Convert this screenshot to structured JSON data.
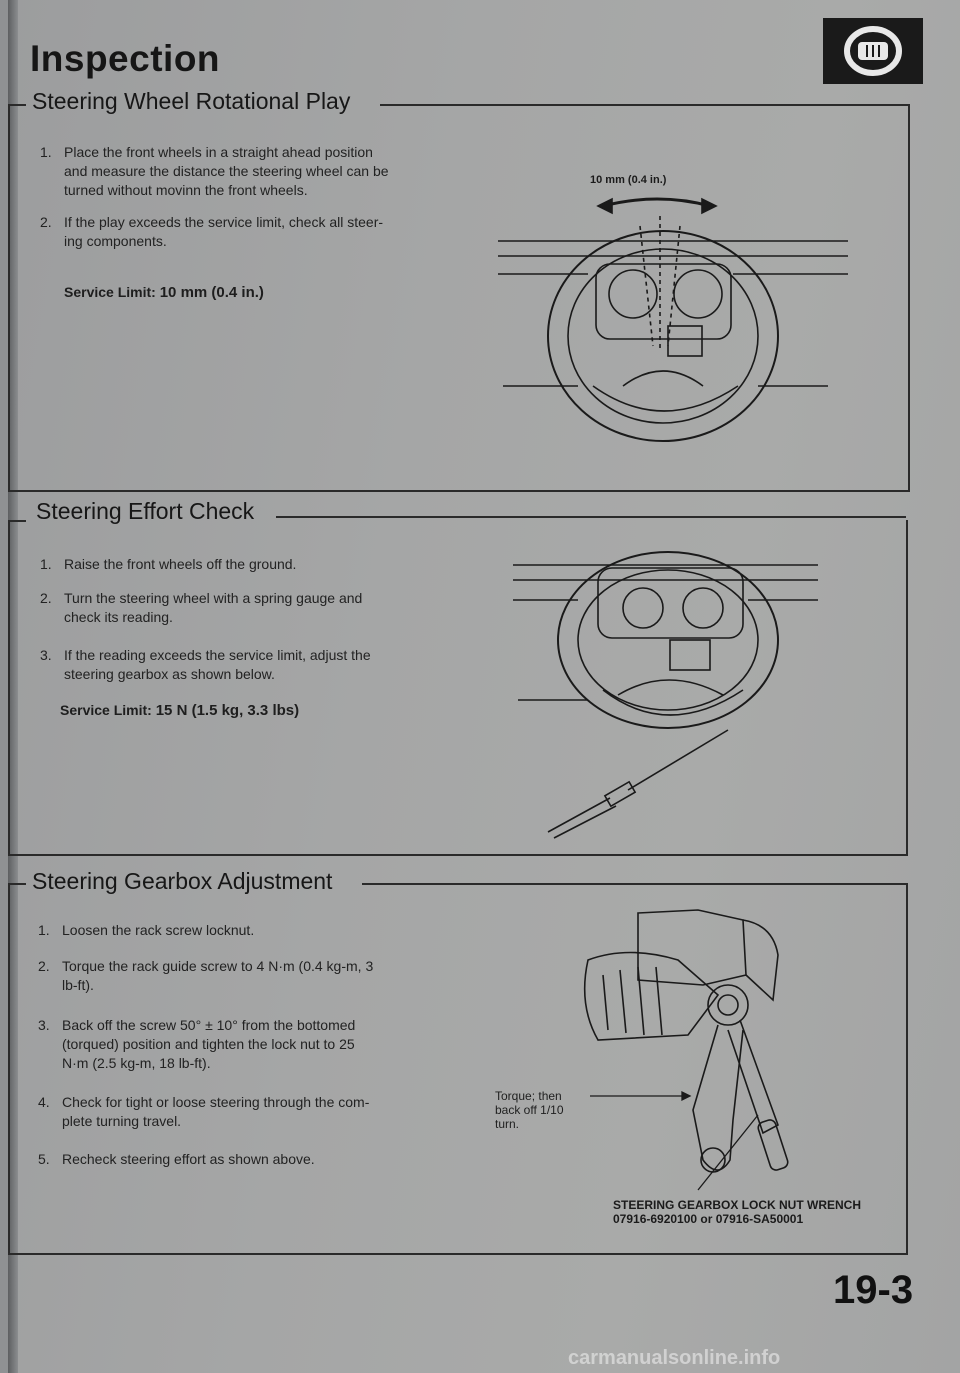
{
  "header": {
    "title": "Inspection"
  },
  "sections": [
    {
      "heading": "Steering Wheel Rotational Play",
      "steps": [
        {
          "num": "1.",
          "lines": [
            "Place the front wheels in a straight ahead position",
            "and measure the distance the steering wheel can be",
            "turned without movinn the front wheels."
          ]
        },
        {
          "num": "2.",
          "lines": [
            "If the play exceeds the service limit, check all steer-",
            "ing components."
          ]
        }
      ],
      "limit_label": "Service Limit:",
      "limit_value": "10 mm (0.4 in.)",
      "figure_label": "10 mm (0.4 in.)"
    },
    {
      "heading": "Steering Effort Check",
      "steps": [
        {
          "num": "1.",
          "lines": [
            "Raise the front wheels off the ground."
          ]
        },
        {
          "num": "2.",
          "lines": [
            "Turn the steering wheel with a spring gauge and",
            "check its reading."
          ]
        },
        {
          "num": "3.",
          "lines": [
            "If the reading exceeds the service limit, adjust the",
            "steering gearbox as shown below."
          ]
        }
      ],
      "limit_label": "Service Limit:",
      "limit_value": "15 N (1.5 kg, 3.3 lbs)"
    },
    {
      "heading": "Steering Gearbox Adjustment",
      "steps": [
        {
          "num": "1.",
          "lines": [
            "Loosen the rack screw locknut."
          ]
        },
        {
          "num": "2.",
          "lines": [
            "Torque the rack guide screw to 4 N·m (0.4 kg-m, 3",
            "lb-ft)."
          ]
        },
        {
          "num": "3.",
          "lines": [
            "Back off the screw 50° ± 10° from the bottomed",
            "(torqued) position and tighten the lock nut to 25",
            "N·m (2.5 kg-m, 18 lb-ft)."
          ]
        },
        {
          "num": "4.",
          "lines": [
            "Check for tight or loose steering through the com-",
            "plete turning travel."
          ]
        },
        {
          "num": "5.",
          "lines": [
            "Recheck steering effort as shown above."
          ]
        }
      ],
      "callout": [
        "Torque; then",
        "back off 1/10",
        "turn."
      ],
      "caption": [
        "STEERING GEARBOX LOCK NUT WRENCH",
        "07916-6920100 or 07916-SA50001"
      ]
    }
  ],
  "page_number": "19-3",
  "watermark": "carmanualsonline.info",
  "icons": {
    "chapter": "steering-wheel-icon"
  }
}
